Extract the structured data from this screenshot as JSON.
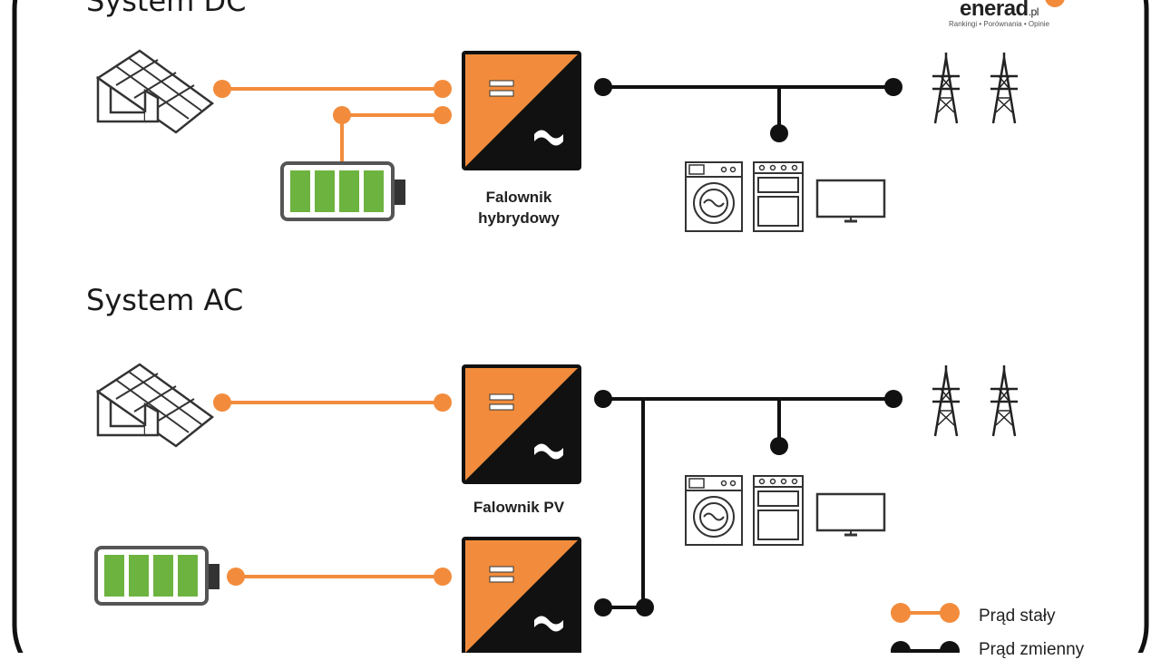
{
  "sections": {
    "dc": {
      "title": "System DC",
      "inverter_caption_line1": "Falownik",
      "inverter_caption_line2": "hybrydowy"
    },
    "ac": {
      "title": "System AC",
      "pv_inverter_caption": "Falownik PV"
    }
  },
  "brand": {
    "name": "enerad",
    "suffix": ".pl",
    "tagline": "Rankingi • Porównania • Opinie"
  },
  "legend": {
    "dc_label": "Prąd stały",
    "ac_label": "Prąd zmienny"
  },
  "inverter_symbols": {
    "dc": "=",
    "ac": "~"
  },
  "colors": {
    "dc_line": "#f28c3c",
    "ac_line": "#111111",
    "inverter_orange": "#f28c3c",
    "inverter_black": "#111111",
    "battery_green": "#6db33f",
    "frame": "#111111"
  },
  "icons": {
    "solar": "solar-panel-icon",
    "battery": "battery-icon",
    "inverter": "inverter-icon",
    "tower": "power-tower-icon",
    "washer": "washing-machine-icon",
    "stove": "stove-icon",
    "tv": "tv-icon"
  }
}
